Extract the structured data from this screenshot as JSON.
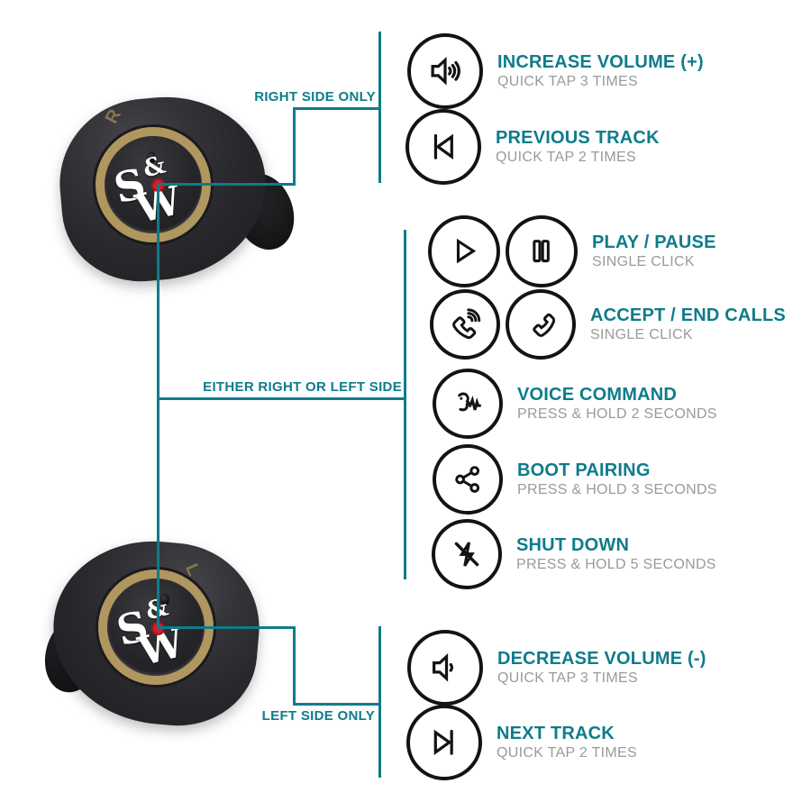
{
  "colors": {
    "accent_teal": "#0E7C8A",
    "title_text": "#0E7C8A",
    "subtitle_text": "#9A9A9A",
    "icon_stroke": "#131313",
    "touch_dot_red": "#CF1F2B",
    "ring_gold": "#B0975F",
    "earbud_body": "#2B2B2E"
  },
  "brand": {
    "logo_s": "S",
    "logo_amp": "&",
    "logo_w": "W"
  },
  "earbuds": {
    "right_marking": "R",
    "left_marking": "L"
  },
  "connectors": {
    "right": "RIGHT SIDE ONLY",
    "either": "EITHER RIGHT OR LEFT SIDE",
    "left": "LEFT SIDE ONLY"
  },
  "actions": {
    "right_side": [
      {
        "icon": "volume-up-icon",
        "title": "INCREASE VOLUME (+)",
        "subtitle": "QUICK TAP 3 TIMES"
      },
      {
        "icon": "previous-track-icon",
        "title": "PREVIOUS TRACK",
        "subtitle": "QUICK TAP 2 TIMES"
      }
    ],
    "either_side": [
      {
        "icons": [
          "play-icon",
          "pause-icon"
        ],
        "title": "PLAY / PAUSE",
        "subtitle": "SINGLE CLICK"
      },
      {
        "icons": [
          "phone-ringing-icon",
          "phone-icon"
        ],
        "title": "ACCEPT / END CALLS",
        "subtitle": "SINGLE CLICK"
      },
      {
        "icon": "voice-command-icon",
        "title": "VOICE COMMAND",
        "subtitle": "PRESS & HOLD 2 SECONDS"
      },
      {
        "icon": "share-pairing-icon",
        "title": "BOOT PAIRING",
        "subtitle": "PRESS & HOLD 3 SECONDS"
      },
      {
        "icon": "flash-off-icon",
        "title": "SHUT DOWN",
        "subtitle": "PRESS & HOLD 5 SECONDS"
      }
    ],
    "left_side": [
      {
        "icon": "volume-down-icon",
        "title": "DECREASE VOLUME (-)",
        "subtitle": "QUICK TAP 3 TIMES"
      },
      {
        "icon": "next-track-icon",
        "title": "NEXT TRACK",
        "subtitle": "QUICK TAP 2 TIMES"
      }
    ]
  }
}
